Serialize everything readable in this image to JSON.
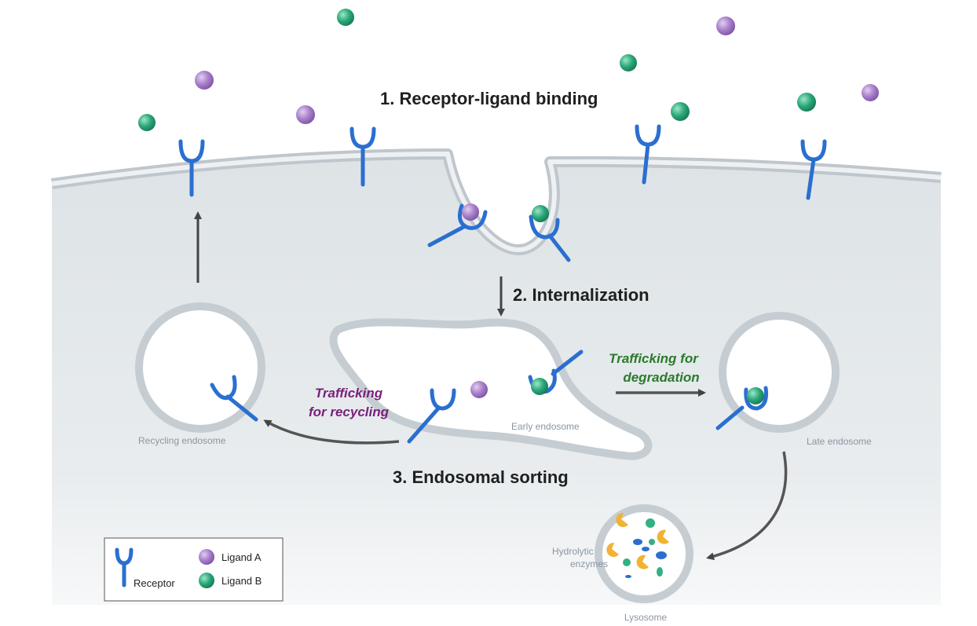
{
  "steps": {
    "binding": "1. Receptor-ligand binding",
    "internalization": "2. Internalization",
    "sorting": "3. Endosomal sorting"
  },
  "trafficking": {
    "recycling_line1": "Trafficking",
    "recycling_line2": "for recycling",
    "degradation_line1": "Trafficking for",
    "degradation_line2": "degradation"
  },
  "compartments": {
    "recycling_endosome": "Recycling endosome",
    "early_endosome": "Early endosome",
    "late_endosome": "Late endosome",
    "lysosome": "Lysosome",
    "hydrolytic_line1": "Hydrolytic",
    "hydrolytic_line2": "enzymes"
  },
  "legend": {
    "receptor": "Receptor",
    "ligand_a": "Ligand A",
    "ligand_b": "Ligand B"
  },
  "colors": {
    "ligand_a": "#a77fc9",
    "ligand_b": "#2aa77a",
    "receptor": "#2a6fd0",
    "recycling_text": "#7a1f7a",
    "degradation_text": "#2b7a2b"
  }
}
